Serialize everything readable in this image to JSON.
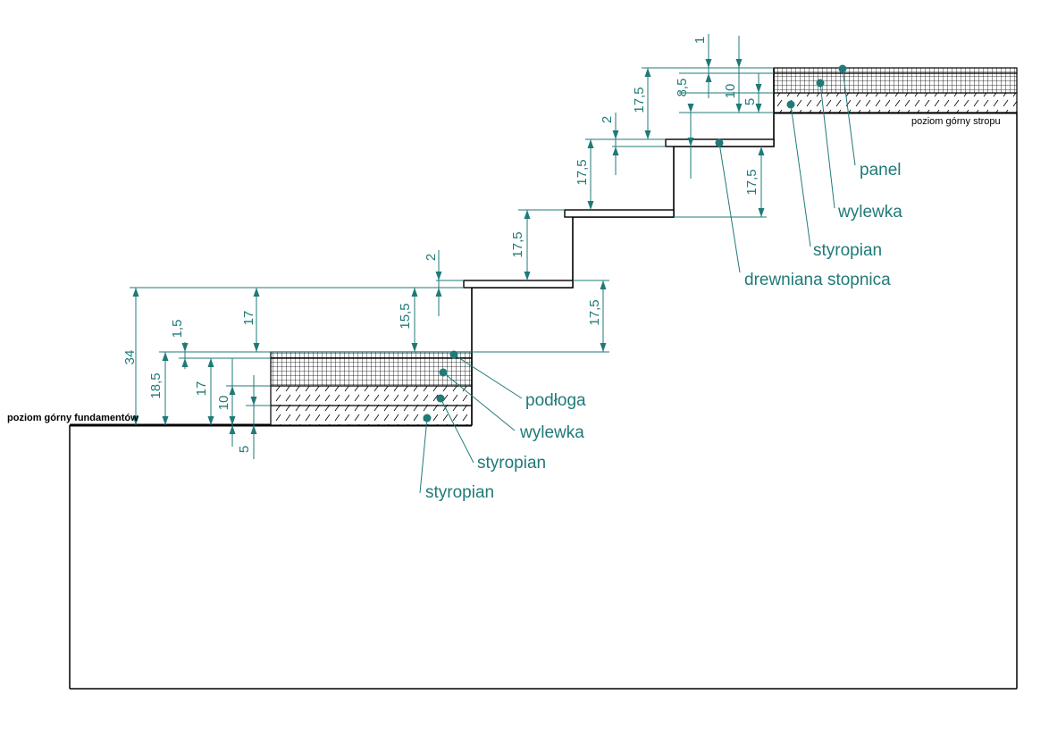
{
  "levels": {
    "foundation_top": "poziom górny fundamentów",
    "ceiling_top": "poziom górny stropu"
  },
  "callouts": {
    "panel": "panel",
    "wylewka_upper": "wylewka",
    "styropian_upper": "styropian",
    "drewniana_stopnica": "drewniana stopnica",
    "podloga": "podłoga",
    "wylewka_lower": "wylewka",
    "styropian_lower_1": "styropian",
    "styropian_lower_2": "styropian"
  },
  "dimensions": {
    "d_34": "34",
    "d_18_5": "18,5",
    "d_1_5": "1,5",
    "d_17_left": "17",
    "d_10_left": "10",
    "d_5_left": "5",
    "d_17_top": "17",
    "d_15_5": "15,5",
    "d_2_low": "2",
    "d_17_5_right_low": "17,5",
    "d_17_5_step2": "17,5",
    "d_2_mid": "2",
    "d_17_5_step3": "17,5",
    "d_17_5_top": "17,5",
    "d_17_5_step4": "17,5",
    "d_8_5": "8,5",
    "d_1": "1",
    "d_10_right": "10",
    "d_5_right": "5"
  }
}
